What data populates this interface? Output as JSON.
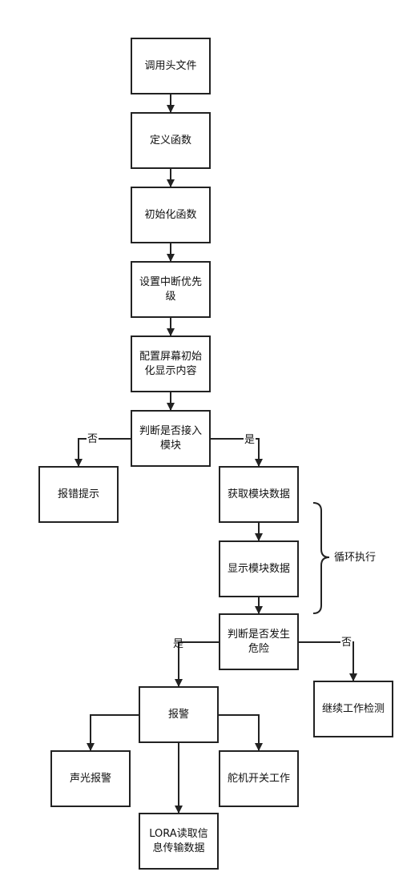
{
  "nodes": {
    "include_headers": "调用头文件",
    "define_functions": "定义函数",
    "init_functions": "初始化函数",
    "set_interrupt_priority": "设置中断优先级",
    "config_screen_display": "配置屏幕初始化显示内容",
    "check_module_connected": "判断是否接入模块",
    "error_prompt": "报错提示",
    "get_module_data": "获取模块数据",
    "show_module_data": "显示模块数据",
    "check_danger": "判断是否发生危险",
    "continue_detection": "继续工作检测",
    "alarm": "报警",
    "sound_light_alarm": "声光报警",
    "servo_switch": "舵机开关工作",
    "lora_transfer": "LORA读取信息传输数据"
  },
  "labels": {
    "module_no": "否",
    "module_yes": "是",
    "danger_yes": "是",
    "danger_no": "否",
    "loop": "循环执行"
  }
}
